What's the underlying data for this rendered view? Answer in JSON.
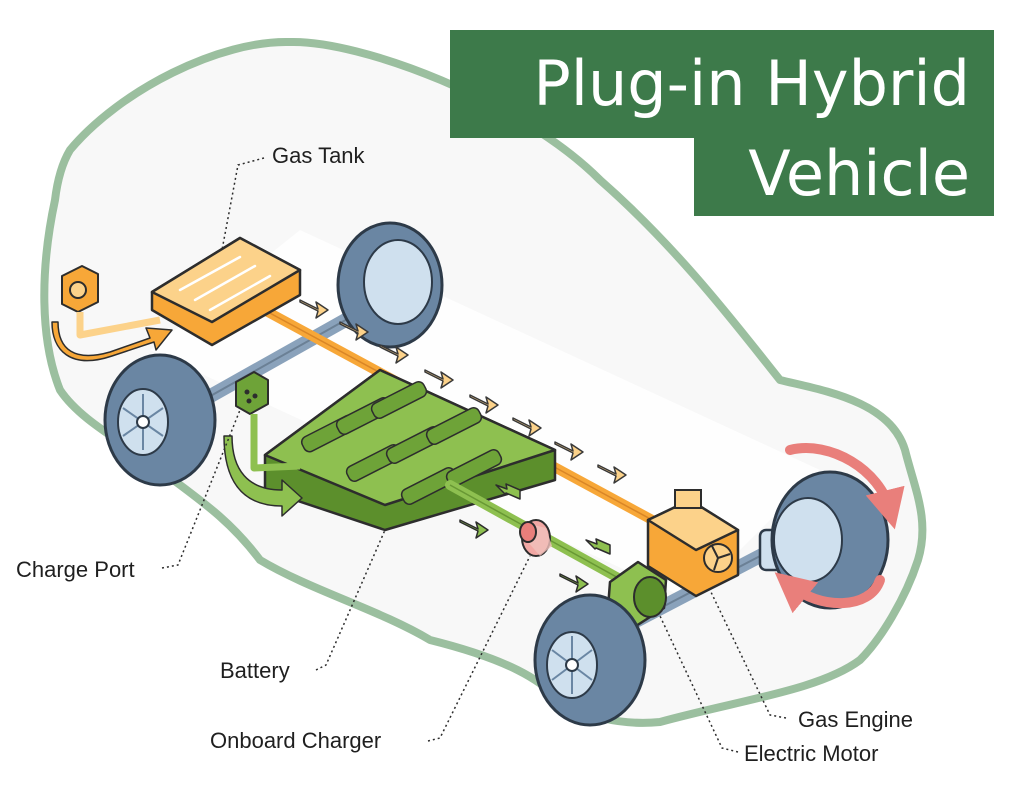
{
  "title": {
    "line1": "Plug-in Hybrid",
    "line2": "Vehicle"
  },
  "labels": {
    "gas_tank": "Gas Tank",
    "charge_port": "Charge Port",
    "battery": "Battery",
    "onboard_charger": "Onboard Charger",
    "gas_engine": "Gas Engine",
    "electric_motor": "Electric Motor"
  },
  "colors": {
    "title_background": "#3d7a4a",
    "car_outline": "#9bbf9f",
    "gas_component": "#f7a738",
    "gas_light": "#fcd28a",
    "battery": "#8ec050",
    "battery_dark": "#5c8f2c",
    "tire": "#6a86a3",
    "wheel_hub": "#cfe0ee",
    "rotation_arrow": "#e97f7b",
    "axle": "#8aa2bb"
  },
  "icons": {
    "gas_fill": "gas-pump-icon",
    "charge": "plug-icon",
    "rotation": "rotation-arrows-icon"
  }
}
